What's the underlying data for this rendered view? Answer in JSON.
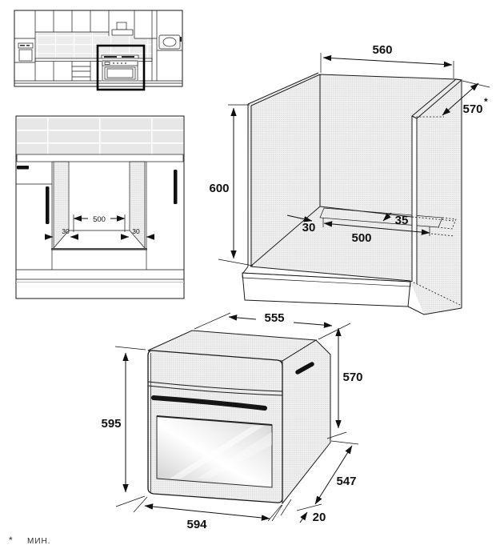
{
  "colors": {
    "line": "#1a1a1a",
    "panel_fill": "#eeeeee",
    "highlight_box": "#000000"
  },
  "footnote": {
    "marker": "*",
    "label": "МИН."
  },
  "front_view": {
    "opening_width": "500",
    "left_clearance": "30",
    "right_clearance": "30"
  },
  "niche_3d": {
    "width": "560",
    "depth": "570",
    "depth_footnote_marker": "*",
    "height": "600",
    "vent_offset": "30",
    "vent_length": "500",
    "vent_depth": "35"
  },
  "oven_3d": {
    "casing_width": "555",
    "casing_height": "570",
    "front_height": "595",
    "front_width": "594",
    "casing_depth": "547",
    "door_overhang": "20"
  }
}
